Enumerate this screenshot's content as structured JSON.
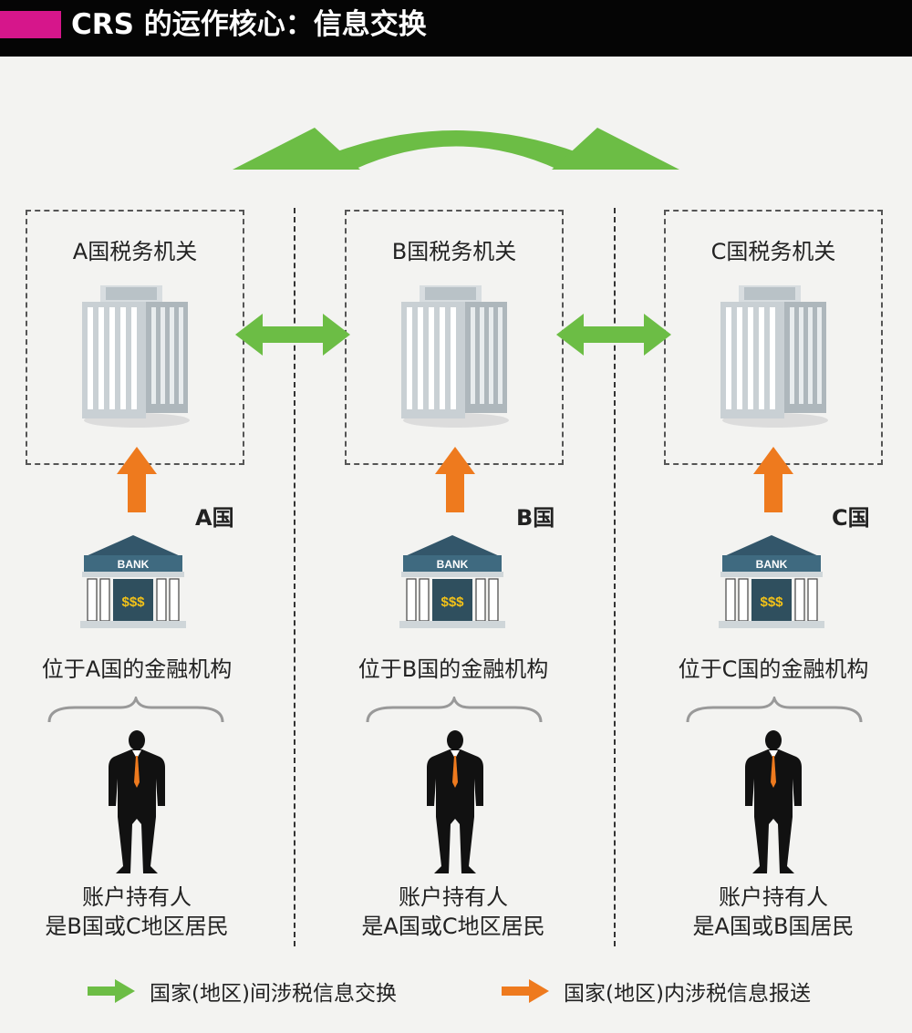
{
  "header": {
    "title": "CRS 的运作核心：信息交换"
  },
  "colors": {
    "accent": "#d6168b",
    "green": "#6cbd45",
    "orange": "#ee7a1e"
  },
  "columns": [
    {
      "authority": "A国税务机关",
      "country": "A国",
      "institution": "位于A国的金融机构",
      "holder_line1": "账户持有人",
      "holder_line2": "是B国或C地区居民"
    },
    {
      "authority": "B国税务机关",
      "country": "B国",
      "institution": "位于B国的金融机构",
      "holder_line1": "账户持有人",
      "holder_line2": "是A国或C地区居民"
    },
    {
      "authority": "C国税务机关",
      "country": "C国",
      "institution": "位于C国的金融机构",
      "holder_line1": "账户持有人",
      "holder_line2": "是A国或B国居民"
    }
  ],
  "bank_sign": "BANK",
  "bank_money": "$$$",
  "legend": {
    "green_label": "国家(地区)间涉税信息交换",
    "orange_label": "国家(地区)内涉税信息报送"
  }
}
